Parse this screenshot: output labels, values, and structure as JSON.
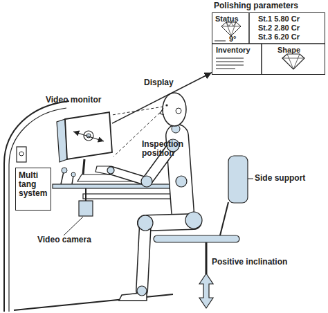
{
  "diagram": {
    "nodes": [
      {
        "text": [
          "Polishing parameters"
        ]
      },
      {
        "text": [
          "Status",
          "9°"
        ],
        "in": 0
      },
      {
        "text": [
          "St.1 5.80 Cr",
          "St.2 2.80 Cr",
          "St.3 6.20 Cr"
        ],
        "in": 0
      },
      {
        "text": [
          "Inventory"
        ],
        "in": 0
      },
      {
        "text": [
          "Shape"
        ],
        "in": 0
      },
      {
        "text": [
          "Multi tang system"
        ]
      },
      {
        "text": [
          "Video monitor"
        ]
      }
    ],
    "edges": [
      {
        "from": 6,
        "to": 0,
        "arrow": "to",
        "label": "Display"
      }
    ],
    "labels": [
      "Inspection position",
      "Side support",
      "Video camera",
      "Positive inclination"
    ]
  }
}
